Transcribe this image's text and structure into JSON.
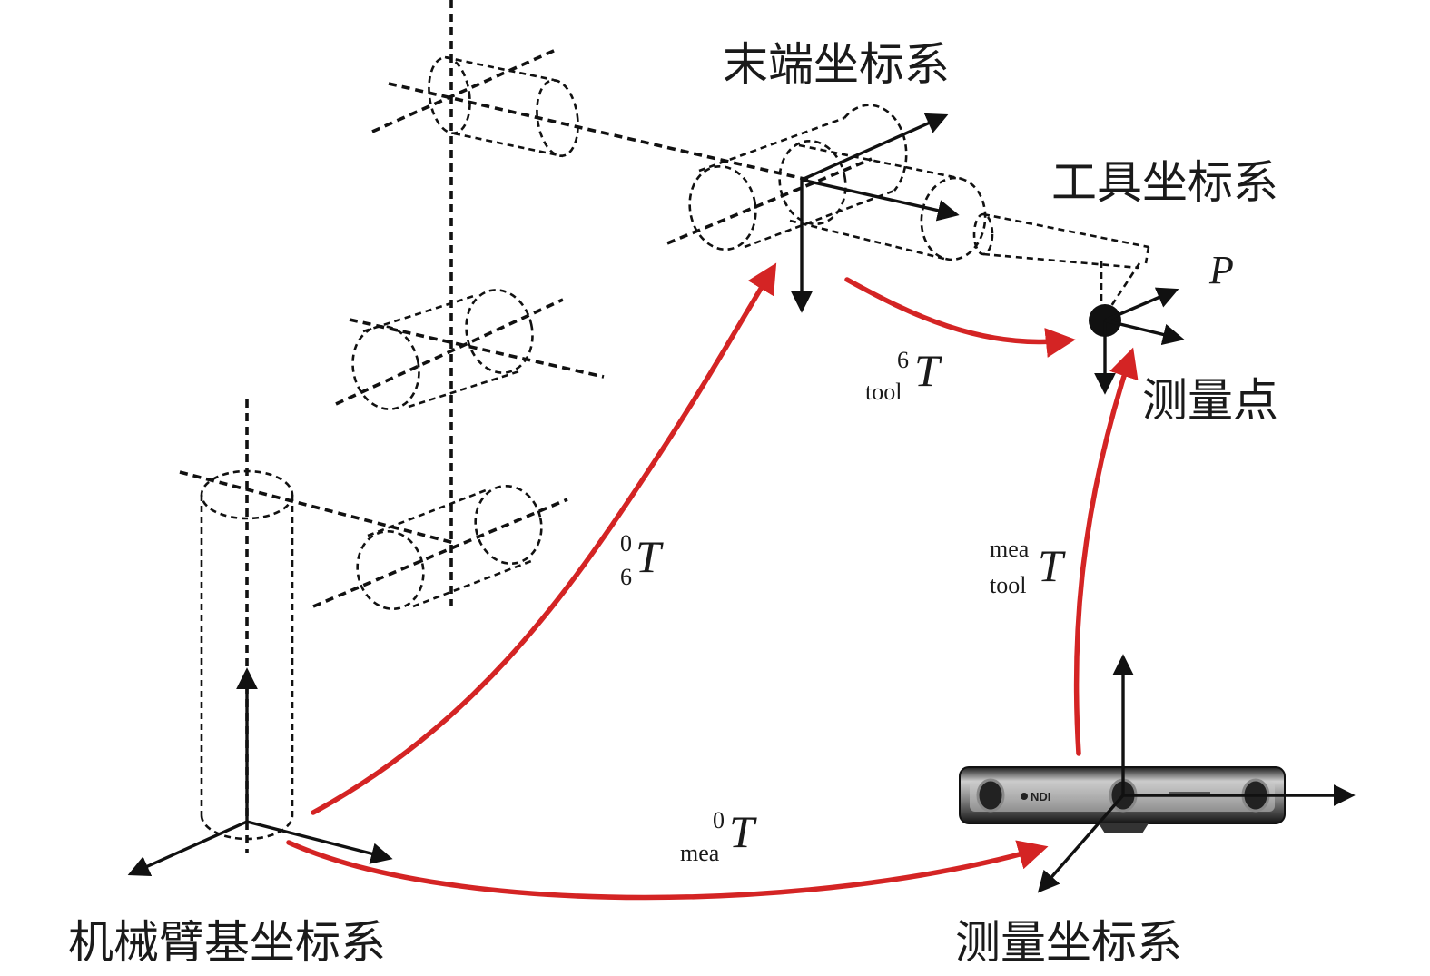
{
  "labels": {
    "end_frame": "末端坐标系",
    "tool_frame": "工具坐标系",
    "point_p": "P",
    "measure_point": "测量点",
    "base_frame": "机械臂基坐标系",
    "measure_frame": "测量坐标系"
  },
  "transforms": {
    "t06": {
      "sup": "0",
      "sub": "6",
      "symbol": "T"
    },
    "t6tool": {
      "sup": "6",
      "sub": "tool",
      "symbol": "T"
    },
    "tmeatool": {
      "sup": "mea",
      "sub": "tool",
      "symbol": "T"
    },
    "t0mea": {
      "sup": "0",
      "sub": "mea",
      "symbol": "T"
    }
  },
  "device": {
    "brand": "NDI"
  },
  "colors": {
    "arrow": "#d42424",
    "line": "#111111"
  }
}
